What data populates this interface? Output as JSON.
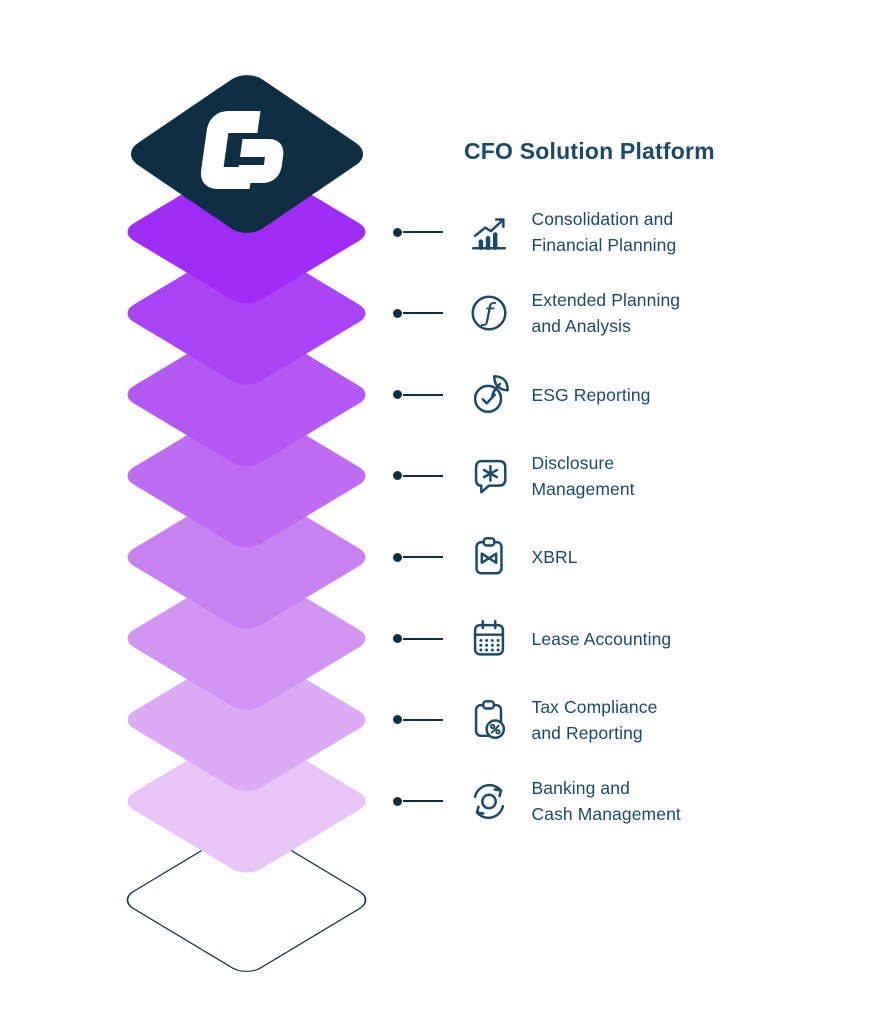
{
  "title": "CFO Solution Platform",
  "colors": {
    "navy": "#0D2E43",
    "text_navy": "#1A4A68",
    "logo_white": "#FFFFFF"
  },
  "stack": {
    "logo": "lucanet-logo-icon",
    "layer_colors": [
      "#A02CF8",
      "#A944F6",
      "#B459F4",
      "#BE6DF3",
      "#C881F1",
      "#D295F1",
      "#DDABF4",
      "#E8C4F8"
    ],
    "base_outline_color": "#0D2E43"
  },
  "items": [
    {
      "icon": "bar-chart-icon",
      "lines": [
        "Consolidation and",
        "Financial Planning"
      ]
    },
    {
      "icon": "function-icon",
      "lines": [
        "Extended Planning",
        "and Analysis"
      ]
    },
    {
      "icon": "leaf-check-icon",
      "lines": [
        "ESG Reporting"
      ]
    },
    {
      "icon": "speech-asterisk-icon",
      "lines": [
        "Disclosure",
        "Management"
      ]
    },
    {
      "icon": "xbrl-clipboard-icon",
      "lines": [
        "XBRL"
      ]
    },
    {
      "icon": "calendar-icon",
      "lines": [
        "Lease Accounting"
      ]
    },
    {
      "icon": "clipboard-percent-icon",
      "lines": [
        "Tax Compliance",
        "and Reporting"
      ]
    },
    {
      "icon": "cycle-coin-icon",
      "lines": [
        "Banking and",
        "Cash Management"
      ]
    }
  ]
}
